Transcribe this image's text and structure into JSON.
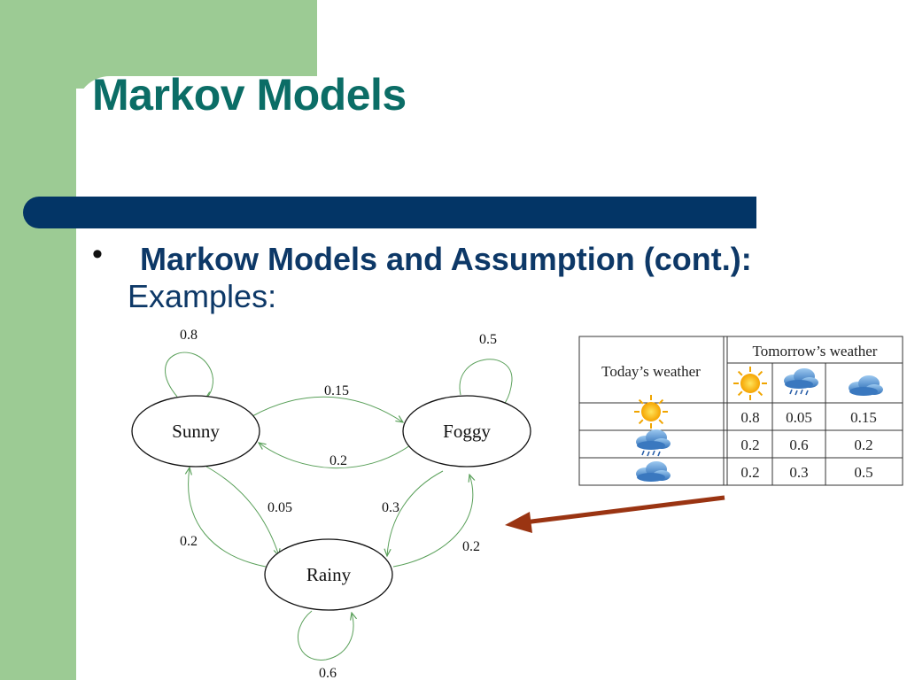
{
  "slide": {
    "title": "Markov Models",
    "bullet_heading": "Markow Models and Assumption (cont.):",
    "bullet_sub": "Examples:"
  },
  "diagram": {
    "states": [
      {
        "id": "sunny",
        "label": "Sunny"
      },
      {
        "id": "foggy",
        "label": "Foggy"
      },
      {
        "id": "rainy",
        "label": "Rainy"
      }
    ],
    "transitions": [
      {
        "from": "sunny",
        "to": "sunny",
        "p": "0.8"
      },
      {
        "from": "foggy",
        "to": "foggy",
        "p": "0.5"
      },
      {
        "from": "rainy",
        "to": "rainy",
        "p": "0.6"
      },
      {
        "from": "sunny",
        "to": "foggy",
        "p": "0.15"
      },
      {
        "from": "foggy",
        "to": "sunny",
        "p": "0.2"
      },
      {
        "from": "sunny",
        "to": "rainy",
        "p": "0.05"
      },
      {
        "from": "rainy",
        "to": "sunny",
        "p": "0.2"
      },
      {
        "from": "foggy",
        "to": "rainy",
        "p": "0.3"
      },
      {
        "from": "rainy",
        "to": "foggy",
        "p": "0.2"
      }
    ],
    "edge_color": "#5aa05a"
  },
  "table": {
    "row_header": "Today’s weather",
    "col_header": "Tomorrow’s weather",
    "columns": [
      "sun-icon",
      "rain-cloud-icon",
      "cloud-icon"
    ],
    "rows": [
      {
        "icon": "sun-icon",
        "values": [
          "0.8",
          "0.05",
          "0.15"
        ]
      },
      {
        "icon": "rain-cloud-icon",
        "values": [
          "0.2",
          "0.6",
          "0.2"
        ]
      },
      {
        "icon": "cloud-icon",
        "values": [
          "0.2",
          "0.3",
          "0.5"
        ]
      }
    ]
  },
  "colors": {
    "title": "#0b6d66",
    "bullet_text": "#0d3867",
    "bar": "#033566",
    "green_panel": "#9ccb94",
    "arrow": "#9a3412"
  }
}
